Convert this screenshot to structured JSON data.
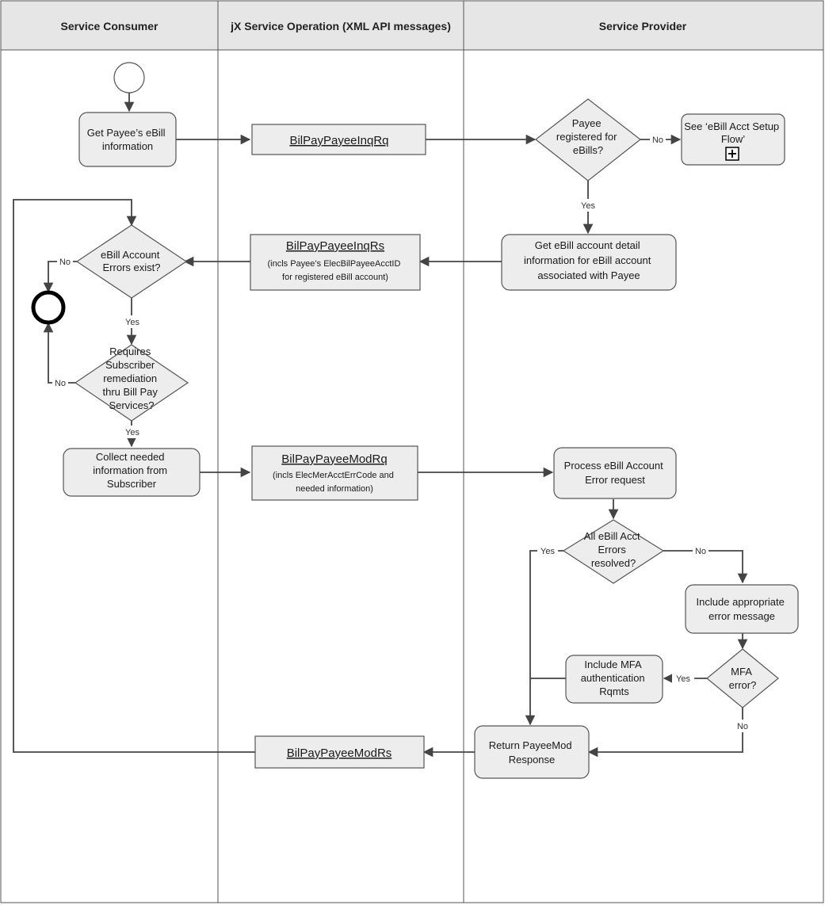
{
  "lanes": {
    "consumer": "Service Consumer",
    "operation": "jX Service Operation (XML API messages)",
    "provider": "Service Provider"
  },
  "nodes": {
    "get_payee_info": [
      "Get Payee’s eBill",
      "information"
    ],
    "payee_registered": [
      "Payee",
      "registered for",
      "eBills?"
    ],
    "see_setup_flow": [
      "See ‘eBill Acct Setup",
      "Flow’"
    ],
    "get_account_detail": [
      "Get eBill account detail",
      "information for eBill account",
      "associated with Payee"
    ],
    "errors_exist": [
      "eBill Account",
      "Errors exist?"
    ],
    "requires_remediation": [
      "Requires",
      "Subscriber",
      "remediation",
      "thru Bill Pay",
      "Services?"
    ],
    "collect_info": [
      "Collect needed",
      "information from",
      "Subscriber"
    ],
    "process_error": [
      "Process eBill Account",
      "Error request"
    ],
    "all_resolved": [
      "All eBill Acct",
      "Errors",
      "resolved?"
    ],
    "include_error_msg": [
      "Include appropriate",
      "error message"
    ],
    "mfa_error": [
      "MFA",
      "error?"
    ],
    "include_mfa": [
      "Include MFA",
      "authentication",
      "Rqmts"
    ],
    "return_response": [
      "Return PayeeMod",
      "Response"
    ]
  },
  "messages": {
    "inq_rq": {
      "title": "BilPayPayeeInqRq"
    },
    "inq_rs": {
      "title": "BilPayPayeeInqRs",
      "note": [
        "(incls Payee’s ElecBilPayeeAcctID",
        "for registered eBill account)"
      ]
    },
    "mod_rq": {
      "title": "BilPayPayeeModRq",
      "note": [
        "(incls ElecMerAcctErrCode and",
        "needed information)"
      ]
    },
    "mod_rs": {
      "title": "BilPayPayeeModRs"
    }
  },
  "edge_labels": {
    "no": "No",
    "yes": "Yes"
  },
  "subprocess_marker": "+"
}
